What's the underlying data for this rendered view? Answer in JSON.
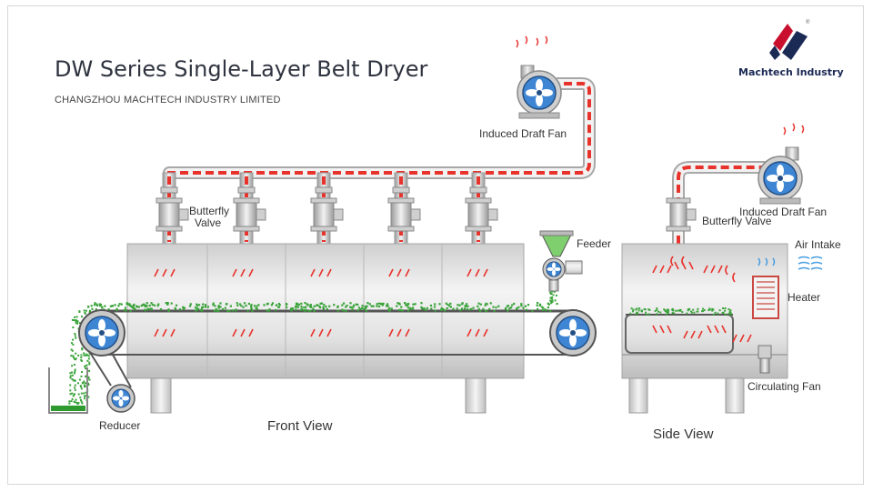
{
  "header": {
    "title": "DW Series Single-Layer Belt Dryer",
    "subtitle": "CHANGZHOU MACHTECH INDUSTRY LIMITED"
  },
  "logo": {
    "text": "Machtech Industry",
    "trademark": "®",
    "icon": "machtech-logo-icon"
  },
  "labels": {
    "induced_draft_fan_front": "Induced Draft Fan",
    "butterfly_valve_front_line1": "Butterfly",
    "butterfly_valve_front_line2": "Valve",
    "feeder": "Feeder",
    "reducer": "Reducer",
    "front_view": "Front View",
    "induced_draft_fan_side": "Induced Draft Fan",
    "butterfly_valve_side": "Butterfly Valve",
    "air_intake": "Air Intake",
    "heater": "Heater",
    "circulating_fan": "Circulating Fan",
    "side_view": "Side View"
  },
  "colors": {
    "hot_air": "#e8322c",
    "product": "#3aa33a",
    "cold_air": "#4a9fe0",
    "fan_blue": "#3e86d4",
    "steel": "#d9d9d9",
    "steel_dark": "#8c8c8c",
    "title": "#2f3440",
    "logo_red": "#c8102e",
    "logo_navy": "#1b2a55"
  }
}
